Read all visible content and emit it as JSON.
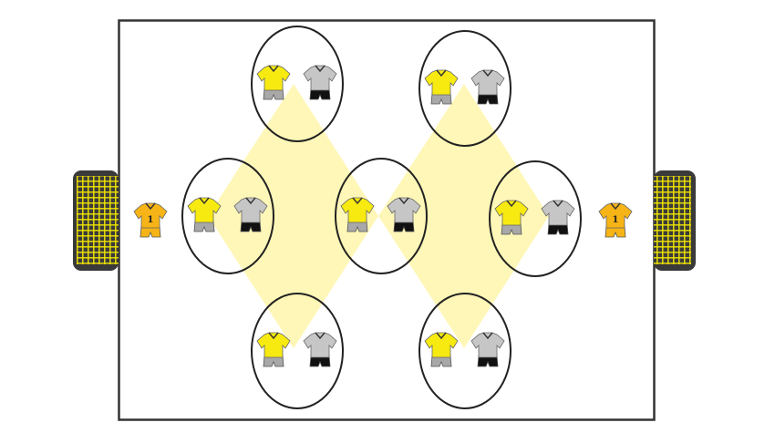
{
  "colors": {
    "background": "#ffffff",
    "field_border": "#333333",
    "zone_fill": "#fff7b8",
    "zone_outline": "#222222",
    "goal_frame": "#3a3a3a",
    "goal_net": "#f2e600",
    "attacker_shirt": "#f7ea10",
    "attacker_shorts": "#a8a8a8",
    "defender_shirt": "#c6c6c6",
    "defender_shorts": "#111111",
    "keeper_kit": "#f7b416"
  },
  "goalkeepers": [
    {
      "side": "left",
      "number": "1",
      "icon": "goalkeeper-jersey-icon"
    },
    {
      "side": "right",
      "number": "1",
      "icon": "goalkeeper-jersey-icon"
    }
  ],
  "zones": [
    {
      "id": "left-top"
    },
    {
      "id": "left-wide"
    },
    {
      "id": "center"
    },
    {
      "id": "left-bottom"
    },
    {
      "id": "right-top"
    },
    {
      "id": "right-wide"
    },
    {
      "id": "right-bottom"
    }
  ],
  "diamonds": [
    {
      "id": "left-diamond"
    },
    {
      "id": "right-diamond"
    }
  ],
  "icons": {
    "attacker": "yellow-jersey-icon",
    "defender": "grey-jersey-icon",
    "goal": "goal-net-icon"
  }
}
